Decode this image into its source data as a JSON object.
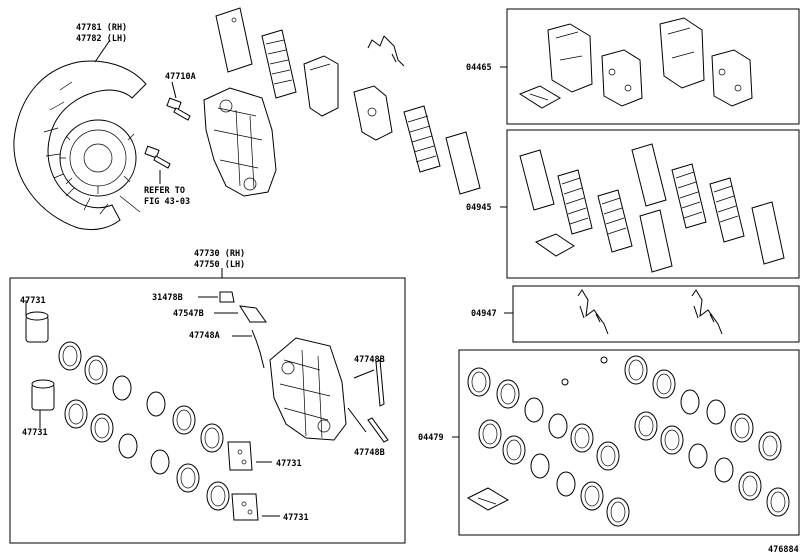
{
  "labels": {
    "shield_rh": "47781 (RH)",
    "shield_lh": "47782 (LH)",
    "bolt": "47710A",
    "refer_1": "REFER TO",
    "refer_2": "FIG 43-03",
    "pad_kit": "04465",
    "pad_support": "04945",
    "spring_kit": "04947",
    "seal_kit": "04479",
    "caliper_rh": "47730 (RH)",
    "caliper_lh": "47750 (LH)",
    "cap": "31478B",
    "bleeder": "47547B",
    "spring": "47748A",
    "pin_upper": "47748B",
    "pin_lower": "47748B",
    "piston_1": "47731",
    "piston_2": "47731",
    "piston_3": "47731",
    "piston_4": "47731",
    "figure_id": "476884"
  }
}
